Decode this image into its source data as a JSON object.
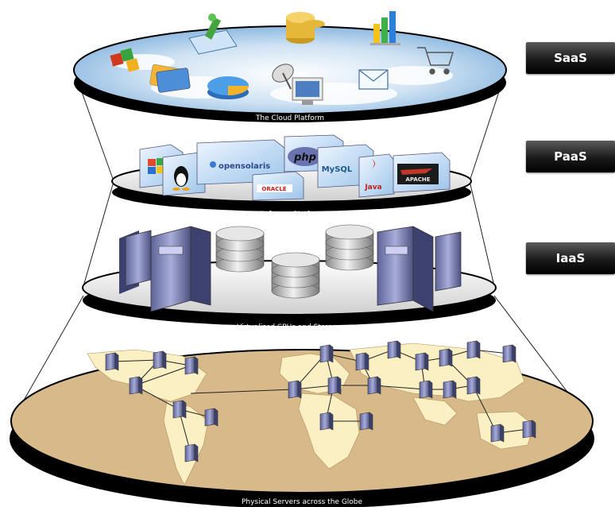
{
  "tiers": [
    {
      "badge": "SaaS",
      "layer_label": "The Cloud Platform"
    },
    {
      "badge": "PaaS",
      "layer_label": "Software Platform"
    },
    {
      "badge": "IaaS",
      "layer_label": "Virtualized CPUs and Storage"
    },
    {
      "badge": "",
      "layer_label": "Physical Servers across the Globe"
    }
  ],
  "platform_logos": {
    "opensolaris": "opensolaris",
    "php": "php",
    "mysql": "MySQL",
    "java": "Java",
    "oracle": "ORACLE",
    "apache": "APACHE"
  },
  "colors": {
    "disc_rim": "#0a0a0a",
    "disc_top": "#e8e8e8",
    "sky": "#9cc3e6",
    "ocean": "#d7b98a",
    "land": "#fbf0c4",
    "badge": "#1a1a1a",
    "server": "#8a8fc8"
  }
}
